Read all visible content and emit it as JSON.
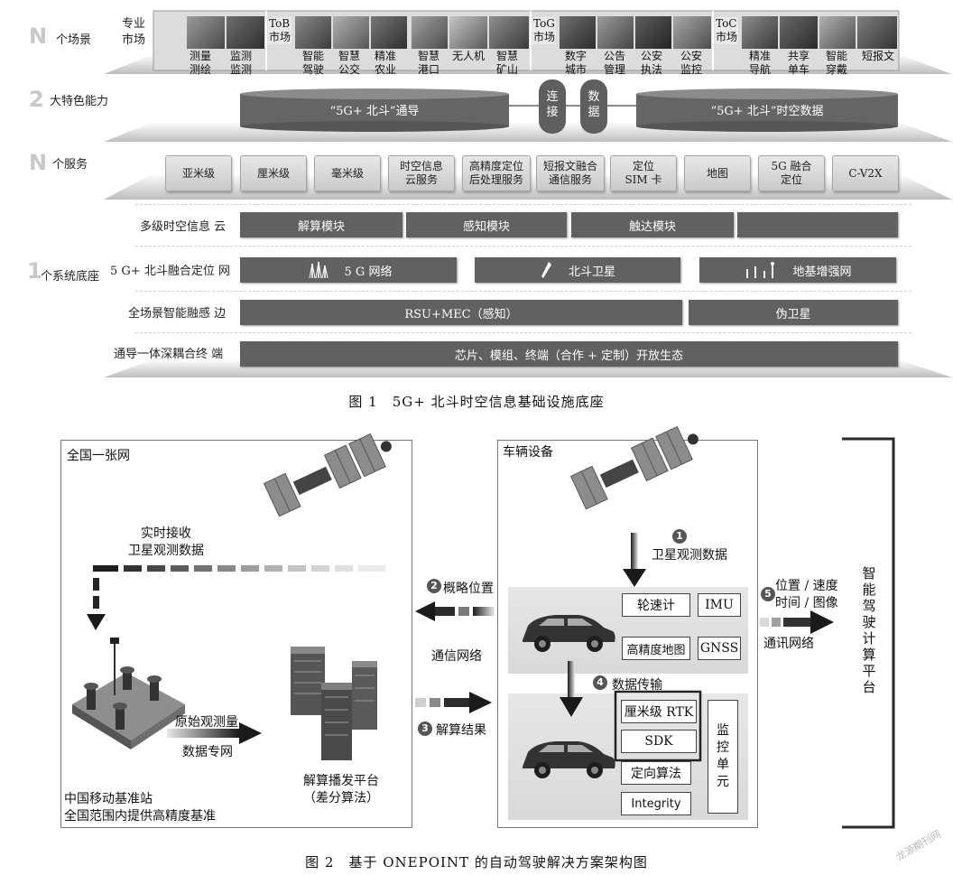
{
  "fig1": {
    "caption": "图 1　5G+ 北斗时空信息基础设施底座",
    "layers": {
      "n_scenes": {
        "num": "N",
        "label": "个场景"
      },
      "two_caps": {
        "num": "2",
        "label": "大特色能力"
      },
      "n_services": {
        "num": "N",
        "label": "个服务"
      },
      "one_base": {
        "num": "1",
        "label": "个系统底座"
      }
    },
    "scenes": {
      "pro": {
        "label": "专业\n市场",
        "items": [
          "测量\n测绘",
          "监测\n监测"
        ]
      },
      "tob": {
        "label": "ToB\n市场",
        "items": [
          "智能\n驾驶",
          "智慧\n公交",
          "精准\n农业",
          "智慧\n港口",
          "无人机",
          "智慧\n矿山"
        ]
      },
      "tog": {
        "label": "ToG\n市场",
        "items": [
          "数字\n城市",
          "公告\n管理",
          "公安\n执法",
          "公安\n监控"
        ]
      },
      "toc": {
        "label": "ToC\n市场",
        "items": [
          "精准\n导航",
          "共享\n单车",
          "智能\n穿戴",
          "短报文"
        ]
      }
    },
    "capabilities": {
      "left": "“5G+ 北斗”通导",
      "connect": "连\n接",
      "data": "数\n据",
      "right": "“5G+ 北斗”时空数据"
    },
    "services": [
      "亚米级",
      "厘米级",
      "毫米级",
      "时空信息\n云服务",
      "高精度定位\n后处理服务",
      "短报文融合\n通信服务",
      "定位\nSIM 卡",
      "地图",
      "5G 融合\n定位",
      "C-V2X"
    ],
    "base_rows": {
      "cloud": {
        "label": "多级时空信息 云",
        "boxes": [
          "解算模块",
          "感知模块",
          "触达模块",
          ""
        ]
      },
      "net": {
        "label": "5 G+ 北斗融合定位 网",
        "boxes": [
          "5 G 网络",
          "北斗卫星",
          "地基增强网"
        ]
      },
      "edge": {
        "label": "全场景智能融感 边",
        "boxes": [
          "RSU+MEC（感知）",
          "伪卫星"
        ]
      },
      "terminal": {
        "label": "通导一体深耦合终 端",
        "boxes": [
          "芯片、模组、终端（合作 + 定制）开放生态"
        ]
      }
    }
  },
  "fig2": {
    "caption": "图 2　基于 ONEPOINT 的自动驾驶解决方案架构图",
    "network": {
      "title": "全国一张网",
      "realtime": "实时接收\n卫星观测数据",
      "raw": "原始观测量",
      "private": "数据专网",
      "platform": "解算播发平台\n（差分算法）",
      "station": "中国移动基准站\n全国范围内提供高精度基准"
    },
    "vehicle": {
      "title": "车辆设备",
      "sat_data": "卫星观测数据",
      "transfer": "数据传输",
      "devices_top": [
        "轮速计",
        "IMU",
        "高精度地图",
        "GNSS"
      ],
      "devices_bottom": [
        "厘米级 RTK",
        "SDK",
        "定向算法",
        "Integrity"
      ],
      "monitor": "监\n控\n单\n元"
    },
    "links": {
      "approx_pos": "概略位置",
      "comm_net": "通信网络",
      "result": "解算结果",
      "pos_speed": "位置 / 速度\n时间 / 图像",
      "comm_net2": "通讯网络"
    },
    "badges": [
      "1",
      "2",
      "3",
      "4",
      "5"
    ],
    "platform_right": "智\n能\n驾\n驶\n计\n算\n平\n台"
  },
  "watermark": "龙源期刊网"
}
